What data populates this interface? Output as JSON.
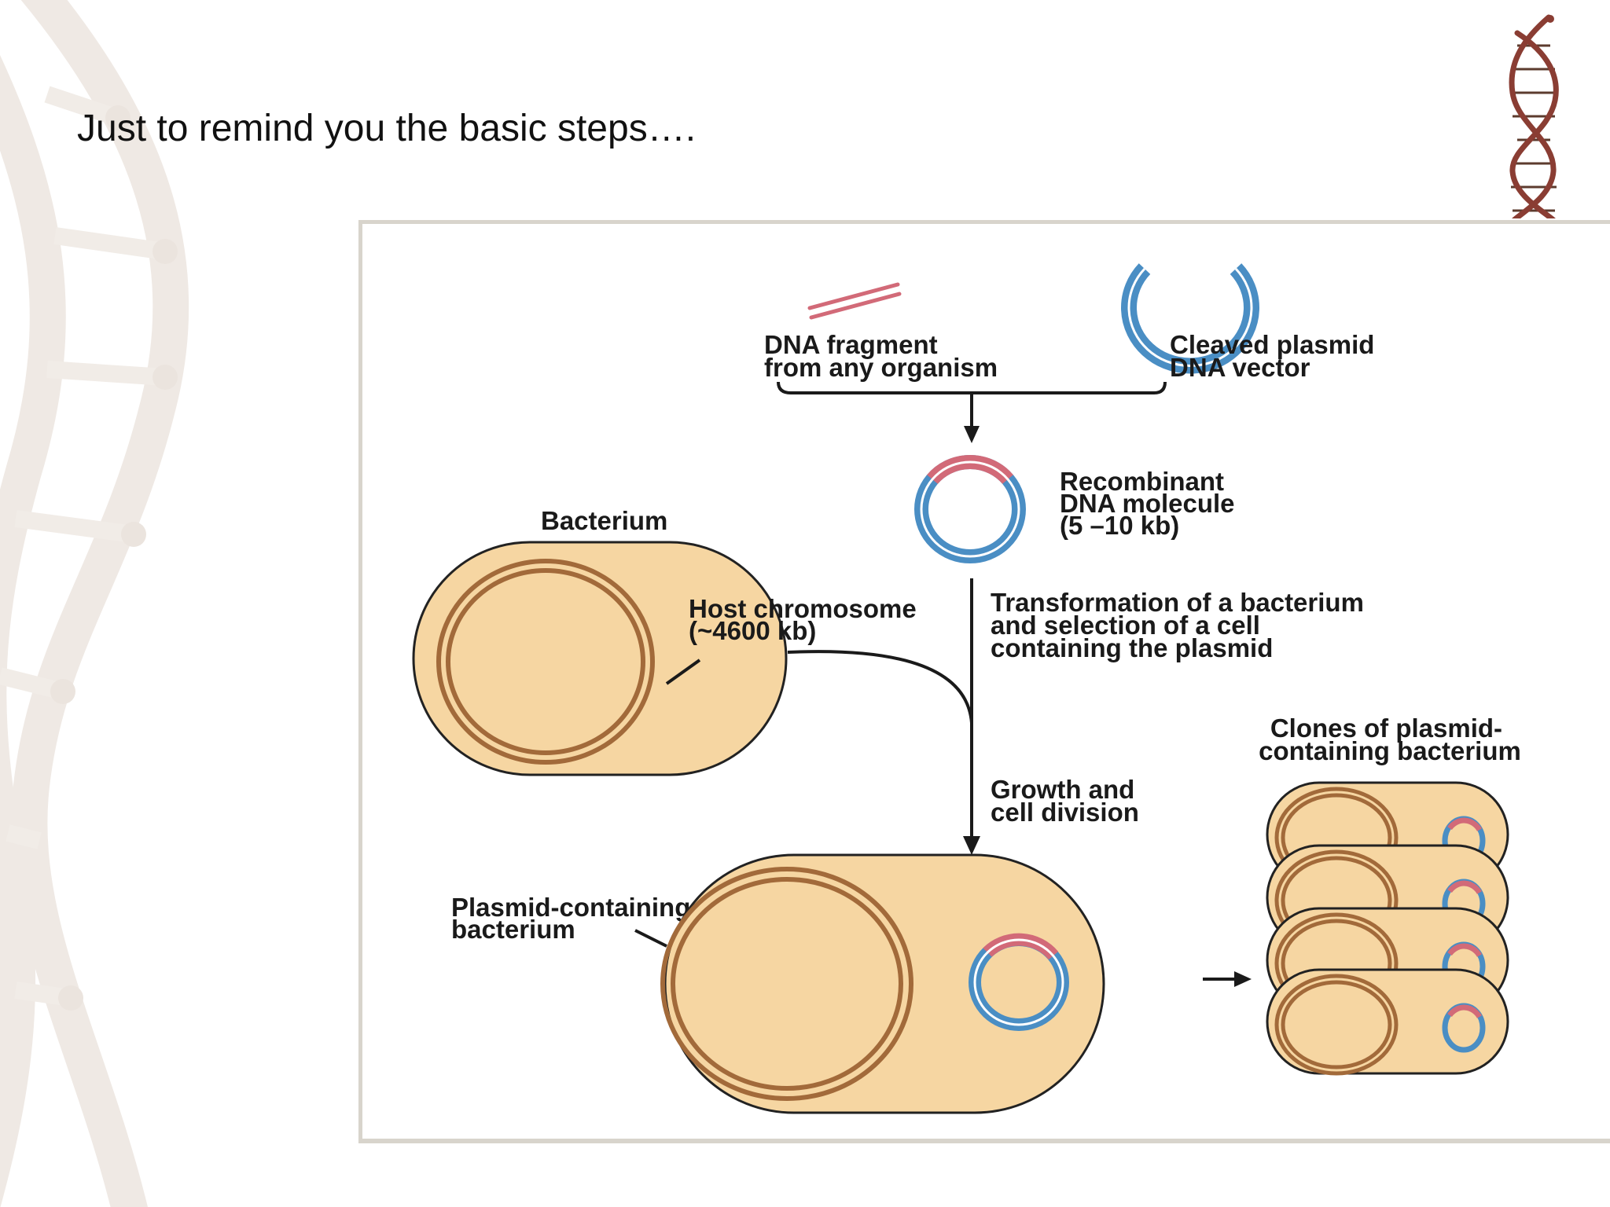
{
  "slide": {
    "title": "Just to remind you the basic steps…."
  },
  "diagram": {
    "labels": {
      "dna_fragment": [
        "DNA fragment",
        "from any organism"
      ],
      "cleaved_plasmid": [
        "Cleaved plasmid",
        "DNA vector"
      ],
      "recombinant": [
        "Recombinant",
        "DNA molecule",
        "(5 –10 kb)"
      ],
      "bacterium": "Bacterium",
      "host_chromosome": [
        "Host chromosome",
        "(~4600 kb)"
      ],
      "transformation": [
        "Transformation of a bacterium",
        "and selection of a cell",
        "containing the plasmid"
      ],
      "clones": [
        "Clones of plasmid-",
        "containing bacterium"
      ],
      "growth": [
        "Growth and",
        "cell division"
      ],
      "plasmid_bacterium": [
        "Plasmid-containing",
        "bacterium"
      ]
    },
    "colors": {
      "cell_fill": "#f6d6a2",
      "cell_outline": "#222222",
      "chromosome": "#a26a3a",
      "plasmid": "#4a8ec4",
      "insert": "#d26a78",
      "frame_border": "#d8d4cc"
    }
  }
}
